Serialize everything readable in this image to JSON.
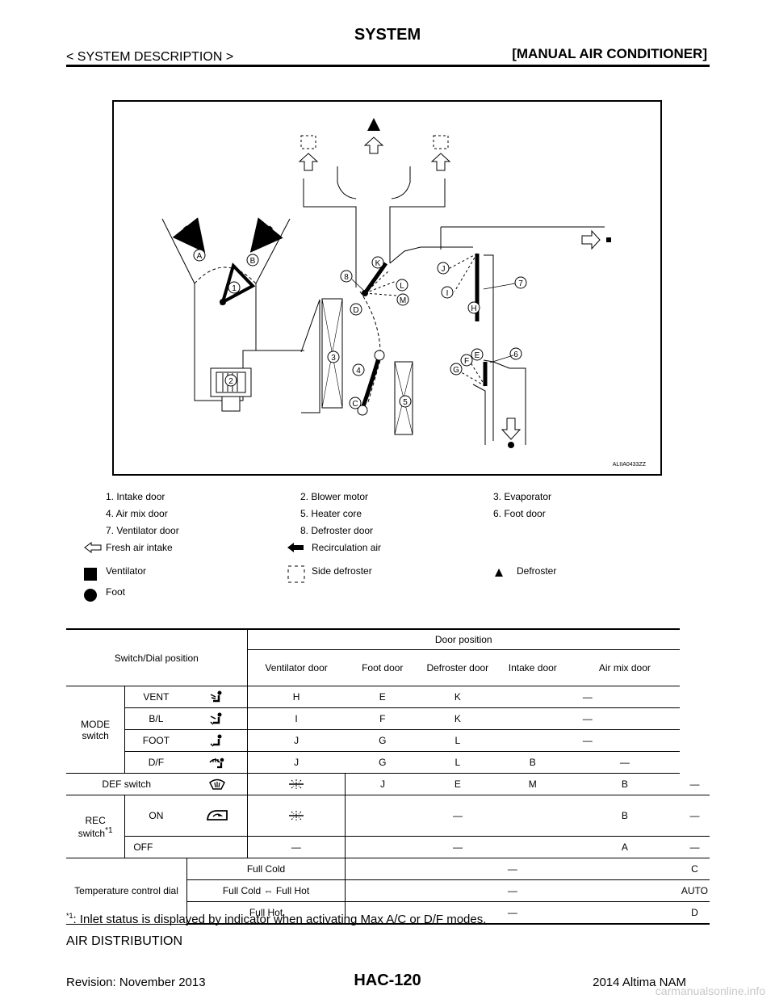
{
  "header": {
    "title": "SYSTEM",
    "breadcrumb": "< SYSTEM DESCRIPTION >",
    "section": "[MANUAL AIR CONDITIONER]"
  },
  "diagram": {
    "id_code": "ALIIA0433ZZ",
    "door_letters": [
      "A",
      "B",
      "C",
      "D",
      "E",
      "F",
      "G",
      "H",
      "I",
      "J",
      "K",
      "L",
      "M"
    ],
    "component_numbers": [
      "1",
      "2",
      "3",
      "4",
      "5",
      "6",
      "7",
      "8"
    ]
  },
  "legend": {
    "c1": "1.  Intake door",
    "c2": "2.  Blower motor",
    "c3": "3.  Evaporator",
    "c4": "4.  Air mix door",
    "c5": "5.  Heater core",
    "c6": "6.  Foot door",
    "c7": "7.  Ventilator door",
    "c8": "8.  Defroster door",
    "fresh": "Fresh air intake",
    "recirc": "Recirculation air",
    "vent": "Ventilator",
    "side_def": "Side defroster",
    "def": "Defroster",
    "foot": "Foot"
  },
  "table": {
    "h_switch": "Switch/Dial position",
    "h_door": "Door position",
    "h_vent": "Ventilator door",
    "h_foot": "Foot door",
    "h_defroster": "Defroster door",
    "h_intake": "Intake door",
    "h_airmix": "Air mix door",
    "mode_label": "MODE switch",
    "mode_rows": [
      {
        "name": "VENT",
        "icon": "vent-mode-icon",
        "v": "H",
        "f": "E",
        "d": "K",
        "a": "—"
      },
      {
        "name": "B/L",
        "icon": "bilevel-mode-icon",
        "v": "I",
        "f": "F",
        "d": "K",
        "a": "—"
      },
      {
        "name": "FOOT",
        "icon": "foot-mode-icon",
        "v": "J",
        "f": "G",
        "d": "L",
        "a": "—"
      },
      {
        "name": "D/F",
        "icon": "def-foot-mode-icon",
        "v": "J",
        "f": "G",
        "d": "L",
        "i": "B",
        "a": "—"
      }
    ],
    "def_row": {
      "name": "DEF switch",
      "v": "J",
      "f": "E",
      "d": "M",
      "i": "B",
      "a": "—"
    },
    "rec_label": "REC switch",
    "rec_sup": "*1",
    "rec_on": {
      "name": "ON",
      "doors": "—",
      "i": "B",
      "a": "—"
    },
    "rec_off": {
      "name": "OFF",
      "ind": "—",
      "doors": "—",
      "i": "A",
      "a": "—"
    },
    "temp_label": "Temperature control dial",
    "temp_rows": [
      {
        "name": "Full Cold",
        "doors": "—",
        "a": "C"
      },
      {
        "name": "Full Cold ⇔ Full Hot",
        "doors": "—",
        "a": "AUTO"
      },
      {
        "name": "Full Hot",
        "doors": "—",
        "a": "D"
      }
    ]
  },
  "footnote": {
    "sup": "*1",
    "text": ": Inlet status is displayed by indicator when activating Max A/C or D/F modes."
  },
  "section_heading": "AIR DISTRIBUTION",
  "footer": {
    "page": "HAC-120",
    "revision": "Revision: November 2013",
    "model": "2014 Altima NAM",
    "watermark": "carmanualsonline.info"
  }
}
